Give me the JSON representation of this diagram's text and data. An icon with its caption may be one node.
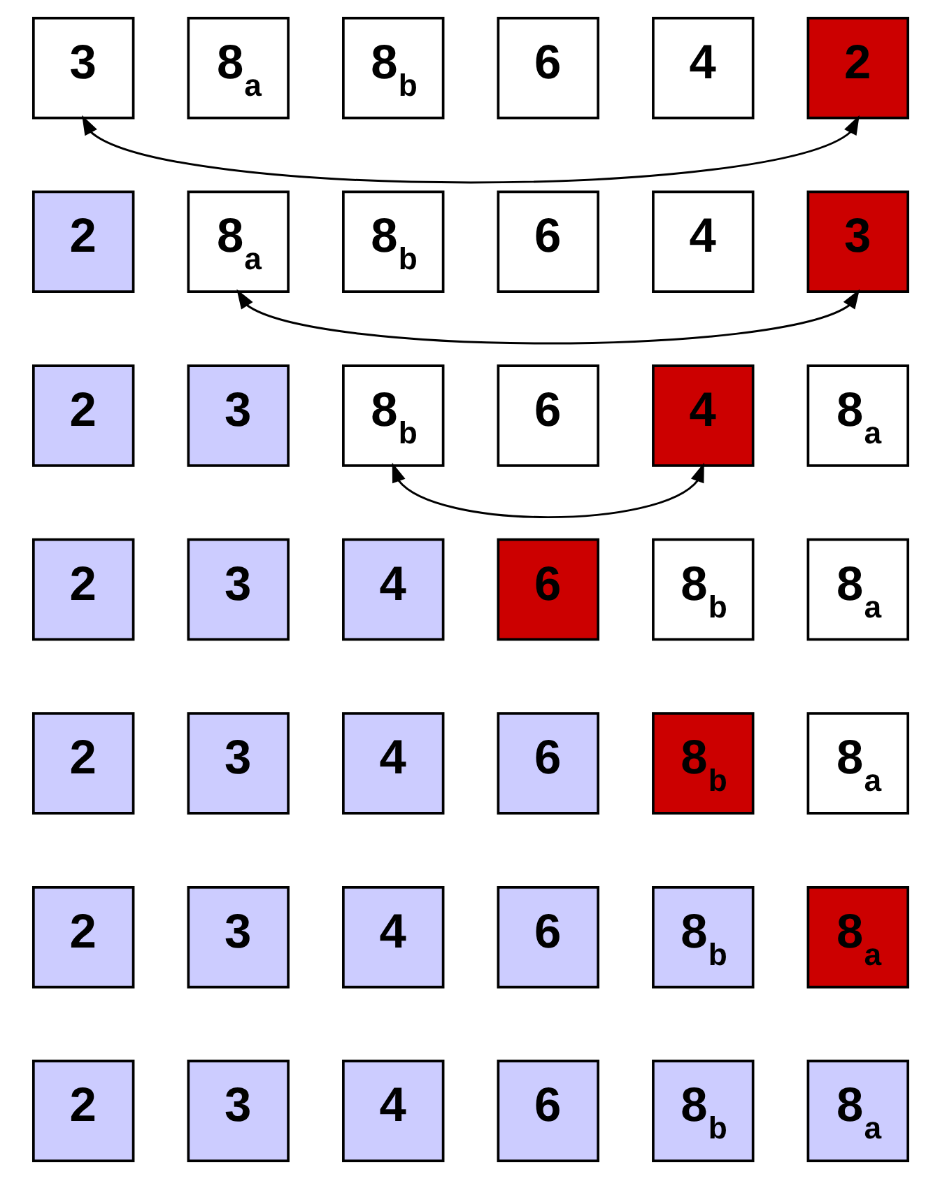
{
  "diagram": {
    "nodes": [
      {
        "text": [
          "3"
        ]
      },
      {
        "text": [
          "8$_{a}$"
        ]
      },
      {
        "text": [
          "8$_{b}$"
        ]
      },
      {
        "text": [
          "6"
        ]
      },
      {
        "text": [
          "4"
        ]
      },
      {
        "text": [
          "2"
        ]
      },
      {
        "text": [
          "2"
        ]
      },
      {
        "text": [
          "8$_{a}$"
        ]
      },
      {
        "text": [
          "8$_{b}$"
        ]
      },
      {
        "text": [
          "6"
        ]
      },
      {
        "text": [
          "4"
        ]
      },
      {
        "text": [
          "3"
        ]
      },
      {
        "text": [
          "2"
        ]
      },
      {
        "text": [
          "3"
        ]
      },
      {
        "text": [
          "8$_{b}$"
        ]
      },
      {
        "text": [
          "6"
        ]
      },
      {
        "text": [
          "4"
        ]
      },
      {
        "text": [
          "8$_{a}$"
        ]
      },
      {
        "text": [
          "2"
        ]
      },
      {
        "text": [
          "3"
        ]
      },
      {
        "text": [
          "4"
        ]
      },
      {
        "text": [
          "6"
        ]
      },
      {
        "text": [
          "8$_{b}$"
        ]
      },
      {
        "text": [
          "8$_{a}$"
        ]
      },
      {
        "text": [
          "2"
        ]
      },
      {
        "text": [
          "3"
        ]
      },
      {
        "text": [
          "4"
        ]
      },
      {
        "text": [
          "6"
        ]
      },
      {
        "text": [
          "8$_{b}$"
        ]
      },
      {
        "text": [
          "8$_{a}$"
        ]
      },
      {
        "text": [
          "2"
        ]
      },
      {
        "text": [
          "3"
        ]
      },
      {
        "text": [
          "4"
        ]
      },
      {
        "text": [
          "6"
        ]
      },
      {
        "text": [
          "8$_{b}$"
        ]
      },
      {
        "text": [
          "8$_{a}$"
        ]
      },
      {
        "text": [
          "2"
        ]
      },
      {
        "text": [
          "3"
        ]
      },
      {
        "text": [
          "4"
        ]
      },
      {
        "text": [
          "6"
        ]
      },
      {
        "text": [
          "8$_{b}$"
        ]
      },
      {
        "text": [
          "8$_{a}$"
        ]
      }
    ],
    "edges": [
      {
        "from": 0,
        "to": 5,
        "arrow": "both"
      },
      {
        "from": 7,
        "to": 11,
        "arrow": "both"
      },
      {
        "from": 14,
        "to": 16,
        "arrow": "both"
      }
    ]
  }
}
